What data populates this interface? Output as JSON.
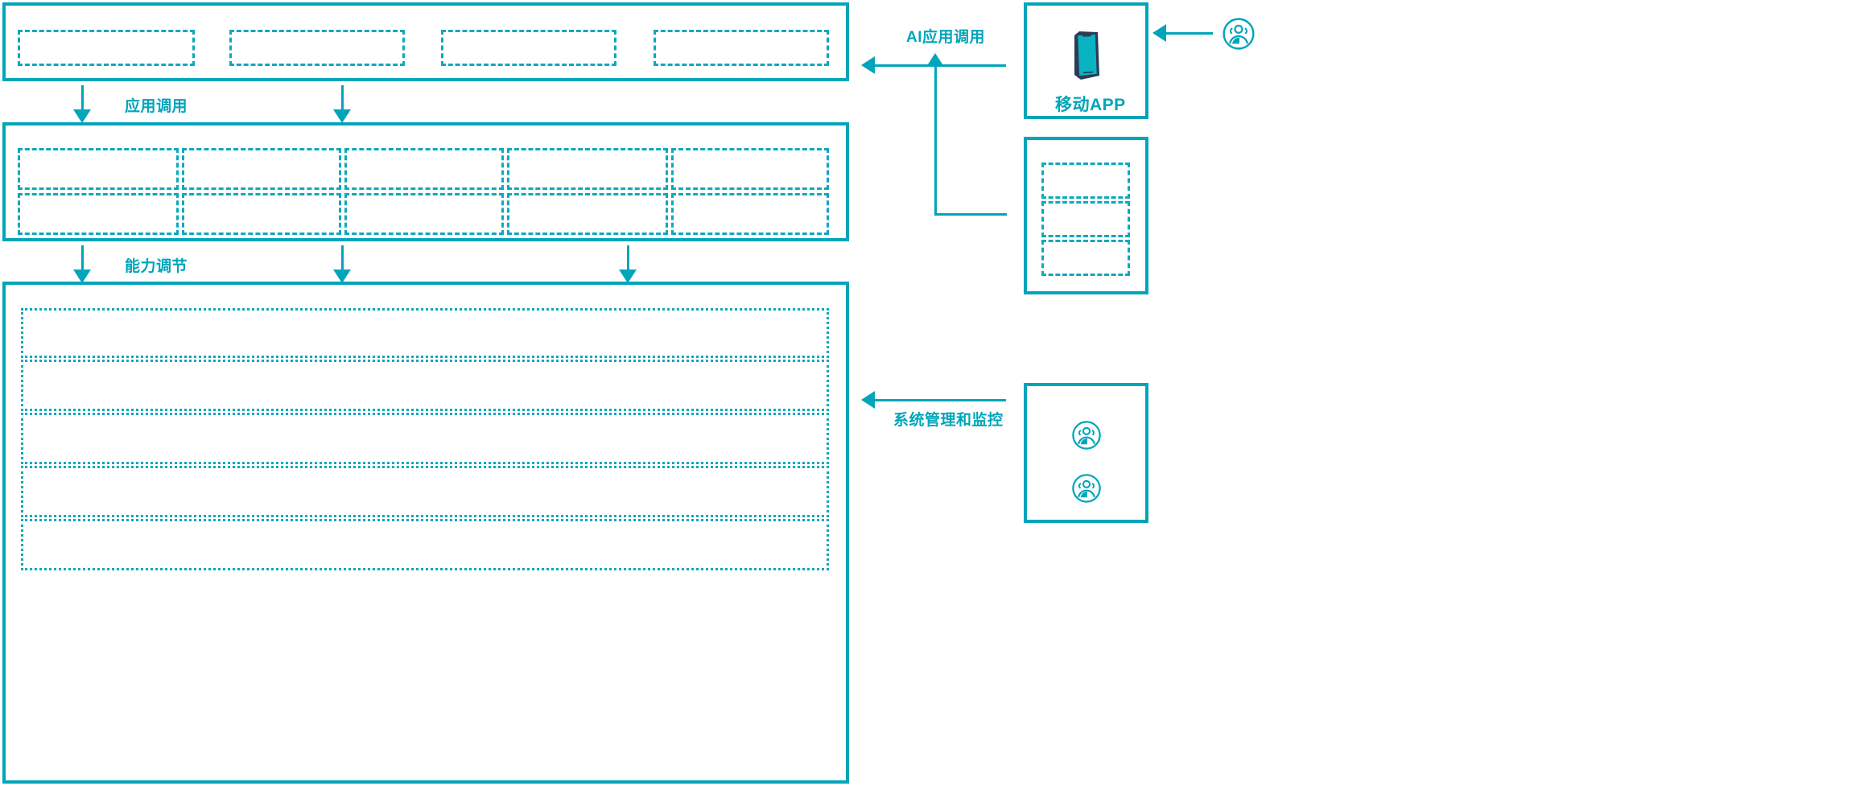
{
  "theme": {
    "accent": "#00A5BA",
    "dash_accent": "#0FA8BC",
    "phone_body": "#2B3C54",
    "phone_screen": "#0AB3C4",
    "background": "#FFFFFF"
  },
  "diagram": {
    "type": "layered-architecture",
    "title": "",
    "layers": [
      {
        "name": "application-layer",
        "label": "",
        "cards": [
          {
            "id": "app-card-1",
            "label": ""
          },
          {
            "id": "app-card-2",
            "label": ""
          },
          {
            "id": "app-card-3",
            "label": ""
          },
          {
            "id": "app-card-4",
            "label": ""
          }
        ]
      },
      {
        "name": "capability-layer",
        "label": "",
        "columns": 5,
        "rows": 2,
        "cards": [
          {
            "id": "cap-card-r1c1",
            "label": ""
          },
          {
            "id": "cap-card-r1c2",
            "label": ""
          },
          {
            "id": "cap-card-r1c3",
            "label": ""
          },
          {
            "id": "cap-card-r1c4",
            "label": ""
          },
          {
            "id": "cap-card-r1c5",
            "label": ""
          },
          {
            "id": "cap-card-r2c1",
            "label": ""
          },
          {
            "id": "cap-card-r2c2",
            "label": ""
          },
          {
            "id": "cap-card-r2c3",
            "label": ""
          },
          {
            "id": "cap-card-r2c4",
            "label": ""
          },
          {
            "id": "cap-card-r2c5",
            "label": ""
          }
        ]
      },
      {
        "name": "platform-layer",
        "label": "",
        "cards": [
          {
            "id": "plat-row-1",
            "label": ""
          },
          {
            "id": "plat-row-2",
            "label": ""
          },
          {
            "id": "plat-row-3",
            "label": ""
          },
          {
            "id": "plat-row-4",
            "label": ""
          },
          {
            "id": "plat-row-5",
            "label": ""
          }
        ]
      }
    ],
    "flow_labels": {
      "app_call": "应用调用",
      "capability_adjust": "能力调节",
      "ai_app_call": "AI应用调用",
      "system_manage_monitor": "系统管理和监控"
    },
    "right_panels": [
      {
        "id": "mobile-app-panel",
        "caption": "移动APP",
        "icon": "smartphone-icon"
      },
      {
        "id": "channel-panel",
        "caption": "",
        "cards": [
          {
            "id": "channel-card-1",
            "label": ""
          },
          {
            "id": "channel-card-2",
            "label": ""
          },
          {
            "id": "channel-card-3",
            "label": ""
          }
        ]
      },
      {
        "id": "operations-panel",
        "caption": "",
        "icons": [
          "user-group-icon",
          "user-group-icon"
        ]
      }
    ],
    "external_actors": [
      {
        "id": "end-user-actor",
        "icon": "user-group-icon",
        "label": ""
      }
    ]
  }
}
